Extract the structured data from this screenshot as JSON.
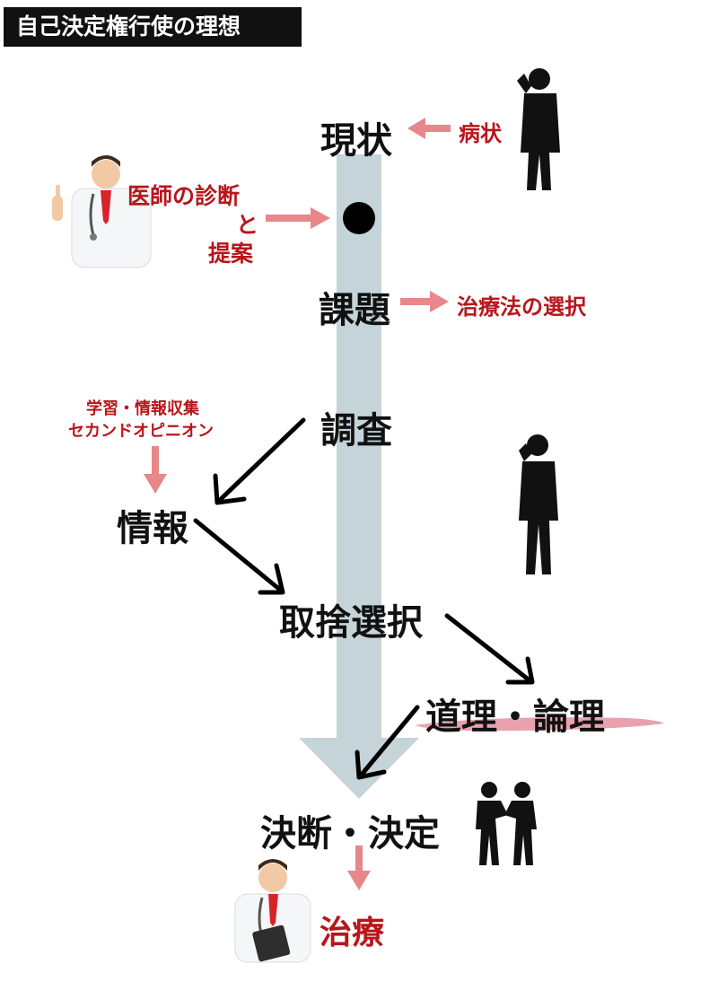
{
  "title": "自己決定権行使の理想",
  "flow": {
    "genjo": "現状",
    "kadai": "課題",
    "chosa": "調査",
    "joho": "情報",
    "shusha": "取捨選択",
    "dori": "道理・論理",
    "ketsudan": "決断・決定",
    "chiryo": "治療"
  },
  "side_notes": {
    "byojo": "病状",
    "shindan_line1": "医師の診断",
    "shindan_line2": "と",
    "shindan_line3": "提案",
    "sentaku": "治療法の選択",
    "gakushu_line1": "学習・情報収集",
    "gakushu_line2": "セカンドオピニオン"
  },
  "colors": {
    "spine": "#c5d4d8",
    "pink_arrow": "#e7878a",
    "red_text": "#b8161c",
    "black": "#111111",
    "brush": "#e38b98"
  },
  "icons": [
    "doctor-icon",
    "man-on-phone-icon",
    "man-on-phone-icon",
    "handshake-icon",
    "doctor-with-clipboard-icon"
  ]
}
